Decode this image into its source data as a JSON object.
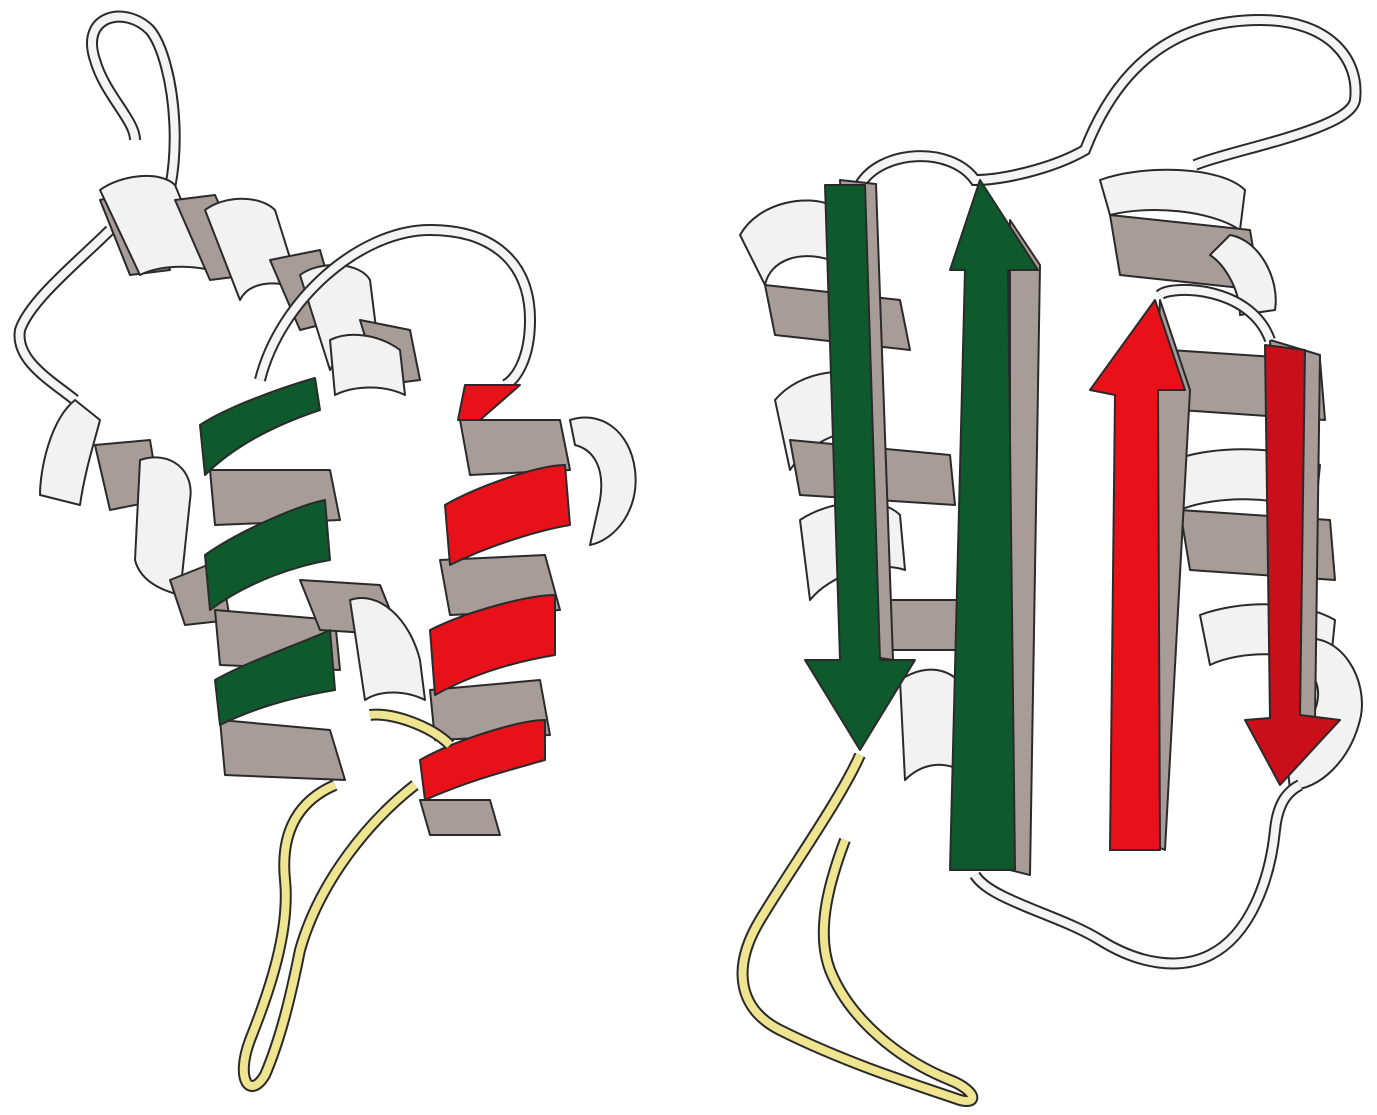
{
  "figure": {
    "panels": [
      {
        "id": "left",
        "structure": "alpha-helical",
        "helices": [
          {
            "role": "background",
            "color": "#f2f2f2"
          },
          {
            "role": "highlight-green",
            "color": "#0f5a2c"
          },
          {
            "role": "highlight-red",
            "color": "#e8111a"
          }
        ],
        "loops": [
          {
            "role": "backbone",
            "color": "#f4f4f4"
          },
          {
            "role": "tail",
            "color": "#efe590"
          }
        ]
      },
      {
        "id": "right",
        "structure": "alpha/beta",
        "strands": [
          {
            "direction": "down",
            "color": "#0f5a2c"
          },
          {
            "direction": "up",
            "color": "#0f5a2c"
          },
          {
            "direction": "up",
            "color": "#e8111a"
          },
          {
            "direction": "down",
            "color": "#c9101a"
          }
        ],
        "helices": [
          {
            "role": "background",
            "color": "#f2f2f2"
          }
        ],
        "loops": [
          {
            "role": "backbone",
            "color": "#f4f4f4"
          },
          {
            "role": "tail",
            "color": "#efe590"
          }
        ]
      }
    ],
    "colors": {
      "ribbon_front": "#f2f2f2",
      "ribbon_back": "#a79c97",
      "green": "#0f5a2c",
      "red": "#e8111a",
      "dark_red": "#c9101a",
      "yellow": "#efe590",
      "outline": "#2a2a2a"
    }
  }
}
